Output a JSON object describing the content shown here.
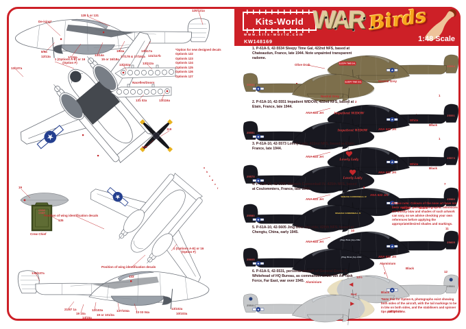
{
  "header": {
    "brand": "Kits-World",
    "website": "www.kits-world.com",
    "product_code": "KW148169",
    "logo_war": "WAR",
    "logo_birds": "Birds",
    "scale_label": "1:48 Scale"
  },
  "diagram": {
    "top_callouts": [
      "De-icing*",
      "128 b or 131",
      "120/121a",
      "8/9a",
      "12/13a",
      "1/134a",
      "13/14a",
      "19/4a",
      "15 or 16/18a",
      "17/178 & 17/192a",
      "13/117a",
      "131/117b"
    ],
    "options_note_title": "*Option for new designed decals",
    "options_note_items": [
      "Option/s 122",
      "Option/s 123",
      "Option/s 124",
      "Option/s 125",
      "Option/s 126",
      "Option/s 127"
    ],
    "nacelle_strip_label": "Nacelles/Doors",
    "strip_callouts": [
      "13/102a",
      "13/112a",
      "131 02a",
      "13/116a"
    ],
    "wing_star_label": "1 (Options A-E) or 16 (Option F)",
    "wing_decals_label": "Position of wing identification decals",
    "planform_tip_callout": "13/137a",
    "prop_callouts": [
      "119",
      "120"
    ],
    "drop_tank_callout": "19",
    "crew_chief_text": "CREW CHIEF",
    "crew_chief_label": "Crew Chief",
    "crew_chief_callout": "135",
    "edge_letters": [
      "a",
      "b",
      "c",
      "d",
      "e",
      "f"
    ],
    "bottom_callouts": [
      "136/137a",
      "133",
      "21/87 1a",
      "19 10a",
      "14/15a",
      "12/103a",
      "19 or 101/2a",
      "137/104a",
      "13 03 04a",
      "13/102a",
      "10/103a"
    ]
  },
  "options": [
    {
      "desc": "1. P-61A-5, 42-5534 Sleepy Time Gal, 422nd NFS, based at Chateaudun, France, late 1944. Note unpainted transparent radome.",
      "tail": "25534",
      "nose_art": "SLEEPY TIME GAL"
    },
    {
      "desc": "2. P-61A-10, 42-5551 Impatient WIDOW, 422nd NFS, based at Etain, France, late 1944.",
      "tail": "25551",
      "nose_art": "Impatient WIDOW"
    },
    {
      "desc": "3. P-61A-10, 42-5573 Lovely Lady, 422nd NFS, based at Etain, France, late 1944.",
      "tail": "25573",
      "nose_art": "Lovely Lady"
    },
    {
      "desc": "4. P-61A-10, 42-5580 Wabash Cannonball IV, 425th NFS, based at Coulommiers, France, late 1944.",
      "tail": "25580",
      "nose_art": "WABASH CANNONBALL IV"
    },
    {
      "desc": "5. P-61A-10, 42-5605 Jing Bow Joy-ride, 426th NFS, based at Chengtu, China, early 1945.",
      "tail": "25605",
      "nose_art": "Jing Bow Joy-ride"
    },
    {
      "desc": "6. P-61A-5, 42-5531, personal aircraft of General Ennis C. Whitehead of HQ Bureau, as commander of the 5th Air Task Force, Far East, war over 1945.",
      "tail": "25531",
      "nose_art": ""
    }
  ],
  "paint_labels": [
    "Olive Drab",
    "Neutral Grey",
    "Neutral Grey",
    "ANA 622 Jet",
    "ANA 622 Jet",
    "White",
    "Black",
    "ANA 622 Jet",
    "ANA 622 Jet",
    "White",
    "Black",
    "ANA 622 Jet",
    "ANA 622 Jet",
    "White",
    "Black",
    "ANA 622 Jet",
    "ANA 622 Jet",
    "Black",
    "Aluminium",
    "Aluminium",
    "Red",
    "Black",
    "Off White"
  ],
  "misc_callouts": [
    "1",
    "2",
    "1",
    "7",
    "8",
    "10",
    "11",
    "1",
    "12",
    "13½"
  ],
  "notes": {
    "color_note": "Please note: Colours of the nose art have not been verified; period photographic references are mostly b&w and shades of such artwork can vary, so we advise checking your own references before applying the appropriate/desired shades and markings.",
    "footnote": "*Note that for Option 6, photographs exist showing both sides of the aircraft, with the tail markings to be in b/w on both sides, and the stabilisers and spinner tips partly in b/w."
  },
  "colors": {
    "banner_red": "#cd2027",
    "callout_red": "#c4272b",
    "jet_black": "#181820",
    "olive_drab": "#7d6f4c",
    "neutral_grey": "#c2bfae",
    "aluminium": "#c6c8ca",
    "off_white": "#e9dfc0",
    "tail_red": "#e24a4a"
  }
}
